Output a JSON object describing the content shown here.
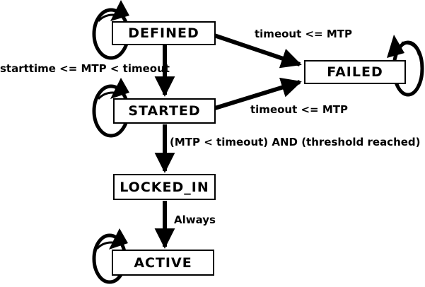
{
  "diagram": {
    "colors": {
      "stroke": "#000000",
      "state_fill": "#ffffff",
      "background": "#ffffff",
      "text": "#000000"
    },
    "states": [
      {
        "label": "DEFINED"
      },
      {
        "label": "STARTED"
      },
      {
        "label": "LOCKED_IN"
      },
      {
        "label": "ACTIVE"
      },
      {
        "label": "FAILED"
      }
    ],
    "transitions": [
      {
        "from": "DEFINED",
        "to": "FAILED",
        "label": "timeout <= MTP"
      },
      {
        "from": "DEFINED",
        "to": "STARTED",
        "label": "starttime <= MTP < timeout"
      },
      {
        "from": "STARTED",
        "to": "FAILED",
        "label": "timeout <= MTP"
      },
      {
        "from": "STARTED",
        "to": "LOCKED_IN",
        "label": "(MTP < timeout) AND (threshold reached)"
      },
      {
        "from": "LOCKED_IN",
        "to": "ACTIVE",
        "label": "Always"
      },
      {
        "from": "DEFINED",
        "to": "DEFINED",
        "label": ""
      },
      {
        "from": "STARTED",
        "to": "STARTED",
        "label": ""
      },
      {
        "from": "ACTIVE",
        "to": "ACTIVE",
        "label": ""
      },
      {
        "from": "FAILED",
        "to": "FAILED",
        "label": ""
      }
    ]
  }
}
